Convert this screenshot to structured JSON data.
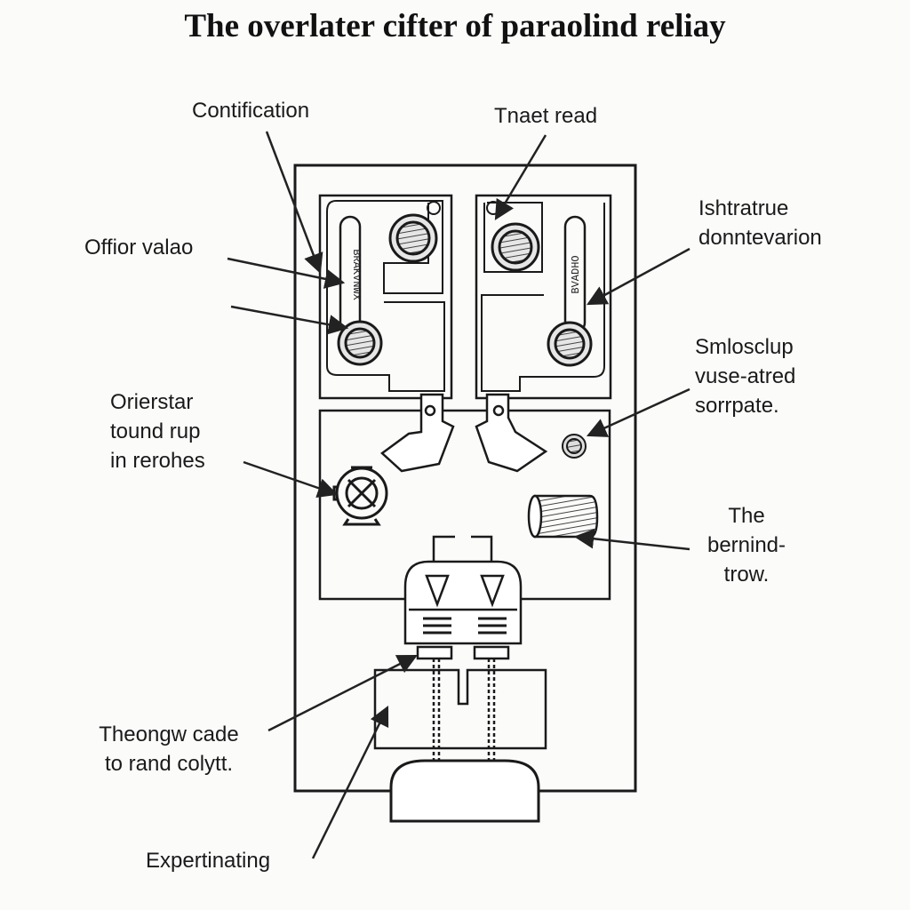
{
  "title": "The overlater cifter of paraolind reliay",
  "labels": {
    "contification": "Contification",
    "tnaet_read": "Tnaet read",
    "offior_valao": "Offior valao",
    "ishtratrue": [
      "Ishtratrue",
      "donntevarion"
    ],
    "oriersta": [
      "Orierstar",
      "tound rup",
      "in rerohes"
    ],
    "smlosclup": [
      "Smlosclup",
      "vuse-atred",
      "sorrpate."
    ],
    "bernind": [
      "The",
      "bernind-",
      "trow."
    ],
    "theongw": [
      "Theongw cade",
      "to rand colytt."
    ],
    "expertinating": "Expertinating"
  },
  "component_text": {
    "left_strip": "BRAKVNWX",
    "right_strip": "BVADHO"
  }
}
